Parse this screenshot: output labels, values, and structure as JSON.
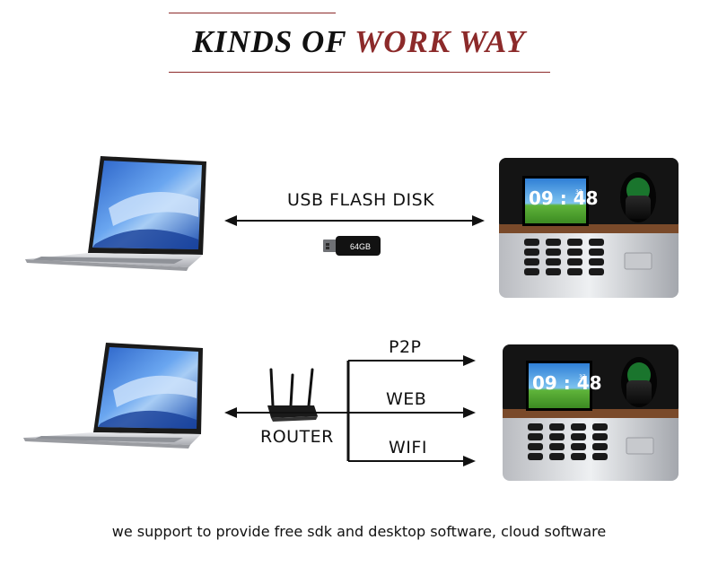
{
  "title": {
    "part1": "KINDS OF",
    "part2": "WORK WAY"
  },
  "row1": {
    "connection_label": "USB FLASH DISK",
    "usb_capacity": "64GB"
  },
  "row2": {
    "router_label": "ROUTER",
    "branches": [
      "P2P",
      "WEB",
      "WIFI"
    ]
  },
  "device": {
    "clock": "09 : 48",
    "seconds": "37"
  },
  "footer": "we support to provide free sdk and desktop software, cloud software",
  "colors": {
    "accent": "#8c2a2a",
    "text": "#111111"
  },
  "icons": [
    "laptop-icon",
    "usb-drive-icon",
    "router-icon",
    "attendance-terminal-icon"
  ]
}
